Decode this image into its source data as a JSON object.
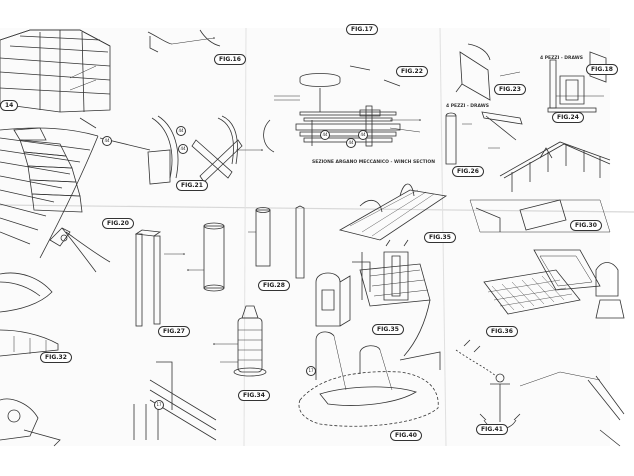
{
  "figures": {
    "fig14": "14",
    "fig16": "FIG.16",
    "fig17": "FIG.17",
    "fig18": "FIG.18",
    "fig20": "FIG.20",
    "fig21": "FIG.21",
    "fig22": "FIG.22",
    "fig23": "FIG.23",
    "fig24": "FIG.24",
    "fig26": "FIG.26",
    "fig27": "FIG.27",
    "fig28": "FIG.28",
    "fig30": "FIG.30",
    "fig32": "FIG.32",
    "fig34": "FIG.34",
    "fig35": "FIG.35",
    "fig35b": "FIG.35",
    "fig36": "FIG.36",
    "fig40": "FIG.40",
    "fig41": "FIG.41"
  },
  "captions": {
    "winch_section": "SEZIONE ARGANO MECCANICO - WINCH SECTION",
    "parts_drawing_a": "4 PEZZI - DRAWS",
    "parts_drawing_b": "4 PEZZI - DRAWS"
  },
  "part_numbers": {
    "n1": "44",
    "n2": "44",
    "n3": "44",
    "n4": "44",
    "n5": "44",
    "n6": "44",
    "n7": "17",
    "n8": "17"
  }
}
